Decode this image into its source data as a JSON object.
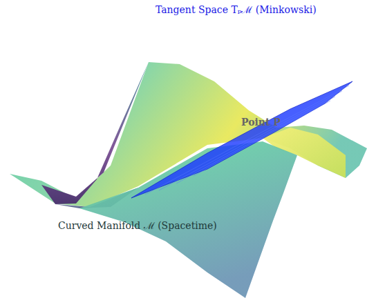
{
  "diagram": {
    "labels": [
      "Tangent Space Tₚℳ (Minkowski)",
      "Point P",
      "Curved Manifold ℳ (Spacetime)"
    ]
  }
}
